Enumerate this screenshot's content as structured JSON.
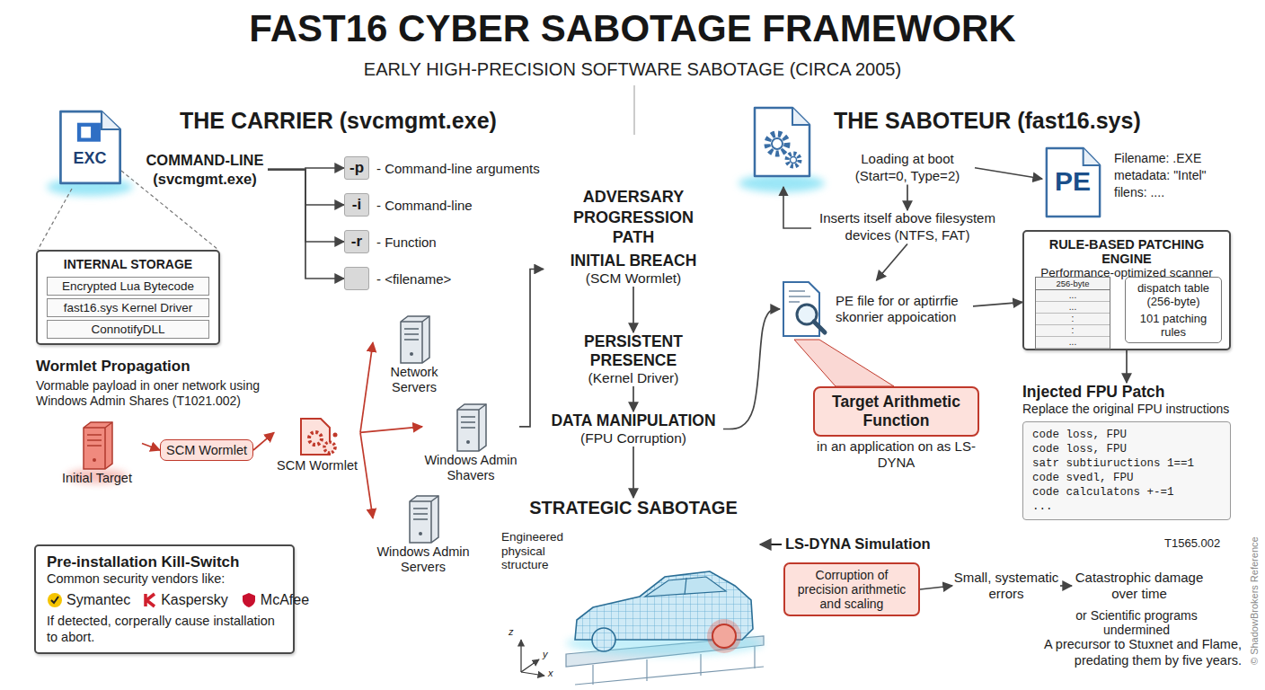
{
  "diagram": {
    "title": "FAST16 CYBER SABOTAGE FRAMEWORK",
    "nodes": [
      {
        "text": [
          "EXC"
        ]
      },
      {
        "text": [
          "COMMAND-LINE (svcmgmt.exe)"
        ]
      },
      {
        "text": [
          "-p",
          "- Command-line arguments"
        ]
      },
      {
        "text": [
          "-i",
          "- Command-line"
        ]
      },
      {
        "text": [
          "-r",
          "- Function"
        ]
      },
      {
        "text": [
          "- <filename>"
        ]
      },
      {
        "text": [
          "INTERNAL STORAGE"
        ]
      },
      {
        "text": [
          "Encrypted Lua Bytecode"
        ],
        "in": 6
      },
      {
        "text": [
          "fast16.sys Kernel Driver"
        ],
        "in": 6
      },
      {
        "text": [
          "ConnotifyDLL"
        ],
        "in": 6
      },
      {
        "text": [
          "Initial Target"
        ]
      },
      {
        "text": [
          "SCM Wormlet"
        ]
      },
      {
        "text": [
          "SCM Wormlet"
        ]
      },
      {
        "text": [
          "Network Servers"
        ]
      },
      {
        "text": [
          "Windows Admin Shavers"
        ]
      },
      {
        "text": [
          "Windows Admin Servers"
        ]
      },
      {
        "text": [
          "Pre-installation Kill-Switch",
          "Common security vendors like:",
          "Symantec",
          "Kaspersky",
          "McAfee",
          "If detected, corperally cause installation to abort."
        ]
      },
      {
        "text": [
          "INITIAL BREACH",
          "(SCM Wormlet)"
        ]
      },
      {
        "text": [
          "PERSISTENT PRESENCE",
          "(Kernel Driver)"
        ]
      },
      {
        "text": [
          "DATA MANIPULATION",
          "(FPU Corruption)"
        ]
      },
      {
        "text": [
          "STRATEGIC SABOTAGE"
        ]
      },
      {
        "text": [
          "Loading at boot (Start=0, Type=2)"
        ]
      },
      {
        "text": [
          "Inserts itself above filesystem devices (NTFS, FAT)"
        ]
      },
      {
        "text": [
          "PE"
        ]
      },
      {
        "text": [
          "RULE-BASED PATCHING ENGINE",
          "Performance-optimized scanner"
        ]
      },
      {
        "text": [
          "256-byte",
          "...",
          "...",
          ":",
          ":",
          "..."
        ],
        "in": 24
      },
      {
        "text": [
          "dispatch table (256-byte)",
          "101 patching rules"
        ],
        "in": 24
      },
      {
        "text": [
          "PE file for or aptirrfie skonrier appoication"
        ]
      },
      {
        "text": [
          "Target Arithmetic Function"
        ]
      },
      {
        "text": [
          "Injected FPU Patch",
          "Replace the original FPU instructions",
          "code loss, FPU",
          "code loss, FPU",
          "satr subtiuructions 1==1",
          "code svedl, FPU",
          "code calculatons +-=1",
          "..."
        ]
      },
      {
        "text": [
          "Corruption of precision arithmetic and scaling"
        ]
      },
      {
        "text": [
          "Small, systematic errors"
        ]
      },
      {
        "text": [
          "Catastrophic damage over time"
        ]
      }
    ],
    "edges": [
      {
        "from": 1,
        "to": 2,
        "arrow": "to"
      },
      {
        "from": 1,
        "to": 3,
        "arrow": "to"
      },
      {
        "from": 1,
        "to": 4,
        "arrow": "to"
      },
      {
        "from": 1,
        "to": 5,
        "arrow": "to"
      },
      {
        "from": 10,
        "to": 11,
        "arrow": "to"
      },
      {
        "from": 11,
        "to": 12,
        "arrow": "to"
      },
      {
        "from": 12,
        "to": 13,
        "arrow": "to"
      },
      {
        "from": 12,
        "to": 14,
        "arrow": "to"
      },
      {
        "from": 12,
        "to": 15,
        "arrow": "to"
      },
      {
        "from": 14,
        "to": 17,
        "arrow": "to"
      },
      {
        "from": 17,
        "to": 18,
        "arrow": "to"
      },
      {
        "from": 18,
        "to": 19,
        "arrow": "to"
      },
      {
        "from": 19,
        "to": 20,
        "arrow": "to"
      },
      {
        "from": 19,
        "to": 27,
        "arrow": "to"
      },
      {
        "from": 21,
        "to": 23,
        "arrow": "to"
      },
      {
        "from": 21,
        "to": 22,
        "arrow": "to"
      },
      {
        "from": 22,
        "to": 27,
        "arrow": "to"
      },
      {
        "from": 27,
        "to": 24,
        "arrow": "to"
      },
      {
        "from": 25,
        "to": 26,
        "arrow": "to"
      },
      {
        "from": 24,
        "to": 29,
        "arrow": "to"
      },
      {
        "from": 30,
        "to": 31,
        "arrow": "to"
      },
      {
        "from": 31,
        "to": 32,
        "arrow": "to"
      }
    ],
    "labels": [
      "EARLY HIGH-PRECISION SOFTWARE SABOTAGE (CIRCA 2005)",
      "THE CARRIER (svcmgmt.exe)",
      "Wormlet Propagation",
      "Vormable payload in oner network using Windows Admin Shares (T1021.002)",
      "ADVERSARY PROGRESSION PATH",
      "THE SABOTEUR (fast16.sys)",
      "Filename: .EXE",
      "metadata: \"Intel\"",
      "filens: ....",
      "in an application on as LS-DYNA",
      "T1565.002",
      "Engineered physical structure",
      "LS-DYNA Simulation",
      "z",
      "y",
      "x",
      "or Scientific programs undermined",
      "A precursor to Stuxnet and Flame, predating them by five years.",
      "© ShadowBrokers Reference"
    ]
  }
}
